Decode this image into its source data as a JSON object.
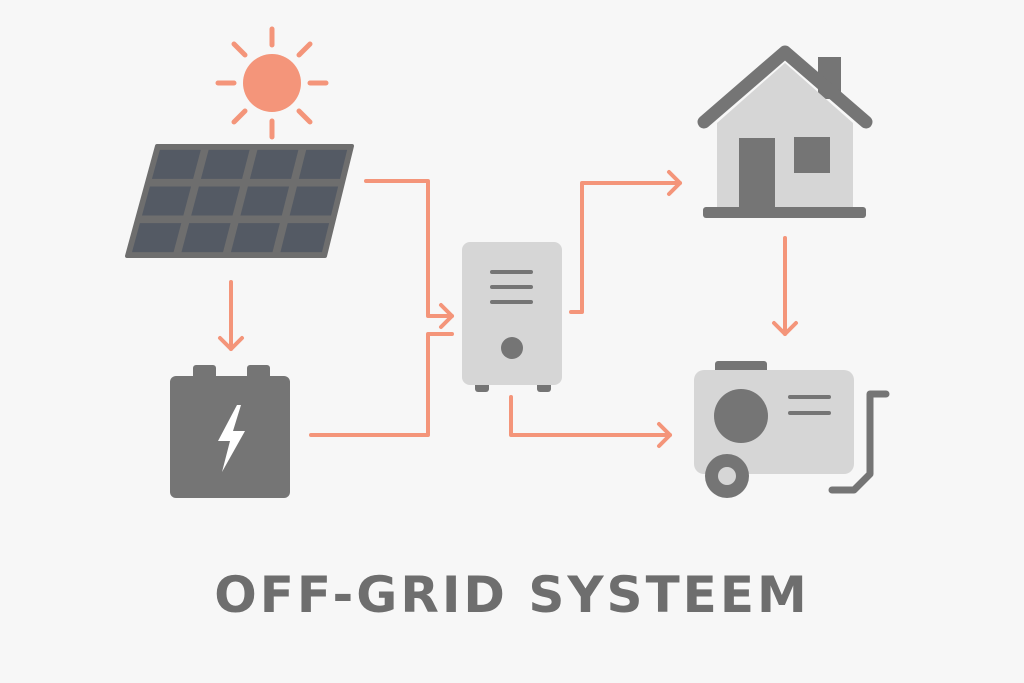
{
  "title": "OFF-GRID SYSTEEM",
  "colors": {
    "background": "#f7f7f7",
    "accent": "#f4957a",
    "dark_gray": "#757575",
    "light_gray": "#d6d6d6",
    "panel_cell": "#545a64",
    "panel_frame": "#6e6e6e",
    "text": "#6e6e6e"
  },
  "components": [
    {
      "id": "sun",
      "icon": "sun-icon"
    },
    {
      "id": "solar-panel",
      "icon": "solar-panel-icon"
    },
    {
      "id": "battery",
      "icon": "battery-icon"
    },
    {
      "id": "inverter",
      "icon": "inverter-icon"
    },
    {
      "id": "house",
      "icon": "house-icon"
    },
    {
      "id": "generator",
      "icon": "generator-icon"
    }
  ],
  "connections": [
    {
      "from": "solar-panel",
      "to": "battery"
    },
    {
      "from": "solar-panel",
      "to": "inverter"
    },
    {
      "from": "battery",
      "to": "inverter"
    },
    {
      "from": "inverter",
      "to": "house"
    },
    {
      "from": "inverter",
      "to": "generator"
    },
    {
      "from": "house",
      "to": "generator"
    }
  ]
}
